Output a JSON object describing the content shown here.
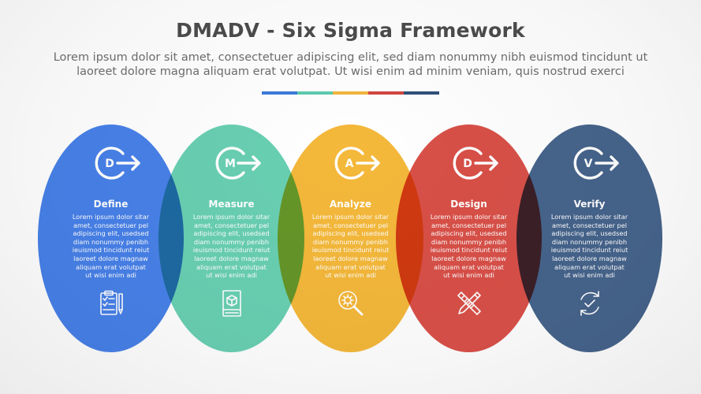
{
  "header": {
    "title": "DMADV - Six Sigma Framework",
    "subtitle": "Lorem ipsum dolor sit amet, consectetuer adipiscing elit, sed diam nonummy nibh euismod tincidunt ut laoreet dolore magna aliquam erat volutpat. Ut wisi enim ad minim veniam, quis nostrud exerci"
  },
  "divider_colors": [
    "#3b79d8",
    "#5cc9ad",
    "#f0b43a",
    "#cf4540",
    "#2f4f78"
  ],
  "stages": [
    {
      "letter": "D",
      "name": "Define",
      "color": "#2e6fe6",
      "icon": "clipboard-pencil-icon",
      "description": "Lorem ipsum dolor sitar\namet, consectetuer pel\nadipiscing elit, usedsed\ndiam nonummy penibh\nieuismod tincidunt reiut\nlaoreet dolore magnaw\naliquam erat volutpat\nut wisi enim adi"
    },
    {
      "letter": "M",
      "name": "Measure",
      "color": "#54c9a7",
      "icon": "book-cube-icon",
      "description": "Lorem ipsum dolor sitar\namet, consectetuer pel\nadipiscing elit, usedsed\ndiam nonummy penibh\nieuismod tincidunt reiut\nlaoreet dolore magnaw\naliquam erat volutpat\nut wisi enim adi"
    },
    {
      "letter": "A",
      "name": "Analyze",
      "color": "#f2ae1f",
      "icon": "gear-magnifier-icon",
      "description": "Lorem ipsum dolor sitar\namet, consectetuer pel\nadipiscing elit, usedsed\ndiam nonummy penibh\nieuismod tincidunt reiut\nlaoreet dolore magnaw\naliquam erat volutpat\nut wisi enim adi"
    },
    {
      "letter": "D",
      "name": "Design",
      "color": "#d4382f",
      "icon": "pencil-ruler-icon",
      "description": "Lorem ipsum dolor sitar\namet, consectetuer pel\nadipiscing elit, usedsed\ndiam nonummy penibh\nieuismod tincidunt reiut\nlaoreet dolore magnaw\naliquam erat volutpat\nut wisi enim adi"
    },
    {
      "letter": "V",
      "name": "Verify",
      "color": "#2c4f7c",
      "icon": "check-cycle-icon",
      "description": "Lorem ipsum dolor sitar\namet, consectetuer pel\nadipiscing elit, usedsed\ndiam nonummy penibh\nieuismod tincidunt reiut\nlaoreet dolore magnaw\naliquam erat volutpat\nut wisi enim adi"
    }
  ]
}
